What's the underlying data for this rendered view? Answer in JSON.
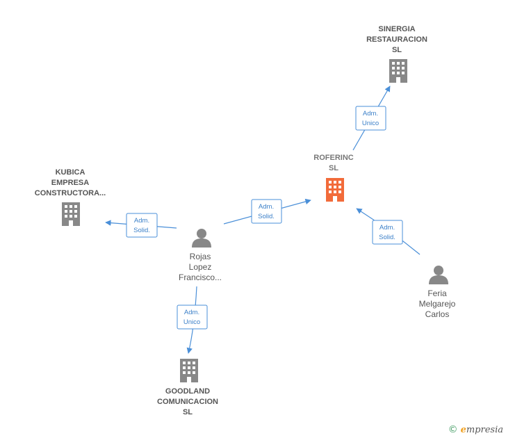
{
  "colors": {
    "focus_company": "#f26b3a",
    "company": "#888888",
    "person": "#888888",
    "edge": "#4a8fd8"
  },
  "nodes": {
    "sinergia": {
      "lines": [
        "SINERGIA",
        "RESTAURACION",
        "SL"
      ],
      "icon": "building-icon"
    },
    "roferinc": {
      "lines": [
        "ROFERINC",
        "SL"
      ],
      "icon": "building-icon"
    },
    "kubica": {
      "lines": [
        "KUBICA",
        "EMPRESA",
        "CONSTRUCTORA..."
      ],
      "icon": "building-icon"
    },
    "goodland": {
      "lines": [
        "GOODLAND",
        "COMUNICACION",
        "SL"
      ],
      "icon": "building-icon"
    },
    "rojas": {
      "lines": [
        "Rojas",
        "Lopez",
        "Francisco..."
      ],
      "icon": "person-icon"
    },
    "feria": {
      "lines": [
        "Feria",
        "Melgarejo",
        "Carlos"
      ],
      "icon": "person-icon"
    }
  },
  "edges": {
    "roferinc_sinergia": [
      "Adm.",
      "Unico"
    ],
    "rojas_roferinc": [
      "Adm.",
      "Solid."
    ],
    "rojas_kubica": [
      "Adm.",
      "Solid."
    ],
    "feria_roferinc": [
      "Adm.",
      "Solid."
    ],
    "rojas_goodland": [
      "Adm.",
      "Unico"
    ]
  },
  "footer": {
    "copyright": "©",
    "brand_initial": "e",
    "brand_rest": "mpresia"
  }
}
